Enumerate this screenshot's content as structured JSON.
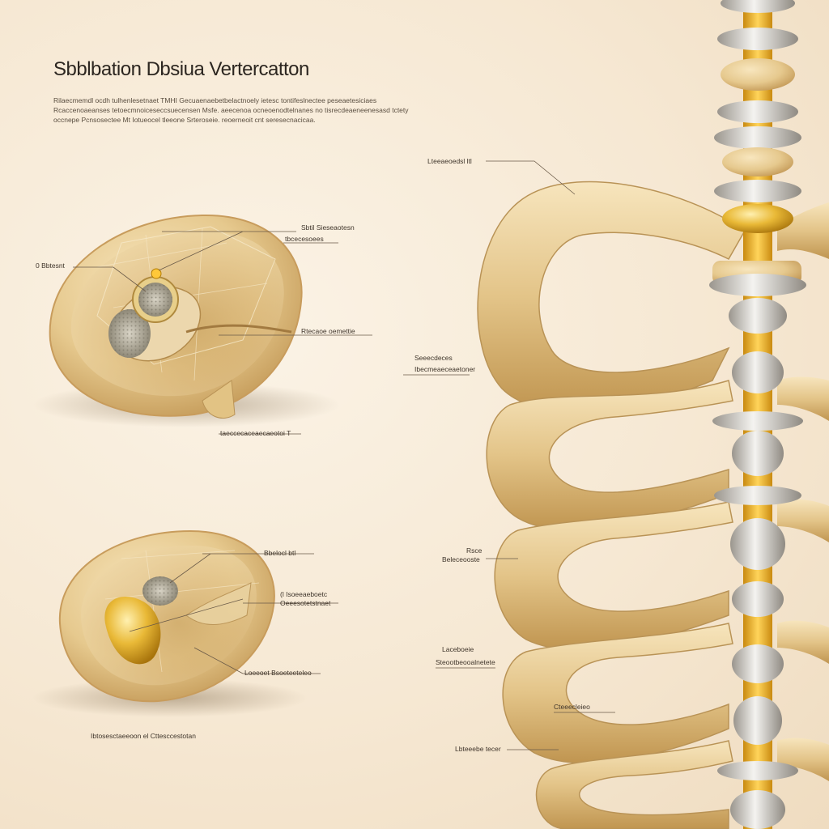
{
  "header": {
    "title": "Sbblbation Dbsiua Vertercatton",
    "description_lines": [
      "Rilaecmemdl ocdh tulhenlesetnaet TMHI Gecuaenaebetbelactnoely ietesc tontifeslnectee peseaetesiciaes",
      "Rcaccenoaeanses tetoecmnoiceseccsuecensen Msfe. aeecenoa ocneoenodtelnanes no tisrecdeaeneenesasd tctety",
      "occnepe Pcnsosectee Mt Iotueocel tleeone Srteroseie. reoerneoit cnt seresecnacicaa."
    ]
  },
  "labels": {
    "upper_disc": [
      "Sbtil Sieseaotesn",
      "tbcecesoees",
      "0 Bbtesnt",
      "Rtecaoe oemettie",
      "taeccecaceaecaeotoi T"
    ],
    "lower_disc": [
      "Bbelocl btl",
      "(l Isoeeaeboetc",
      "Oeeesotetstnaet",
      "Loeeoet Bsoeteeteleo",
      "Ibtosesctaeeoon  el  Cttesccestotan"
    ],
    "spine": [
      "Lteeaeoedsl ltl",
      "Seeecdeces",
      "Ibecmeaeceaetoner",
      "Rsce",
      "Beleceooste",
      "Laceboeie",
      "Steootbeooalnetete",
      "Cteeecleieo",
      "Lbteeebe tecer"
    ]
  },
  "colors": {
    "bone": "#e8cf9c",
    "bone_shadow": "#c9a466",
    "gold": "#e0a818",
    "disc_silver": "#d8d6d0",
    "background": "#f6e8d3"
  }
}
